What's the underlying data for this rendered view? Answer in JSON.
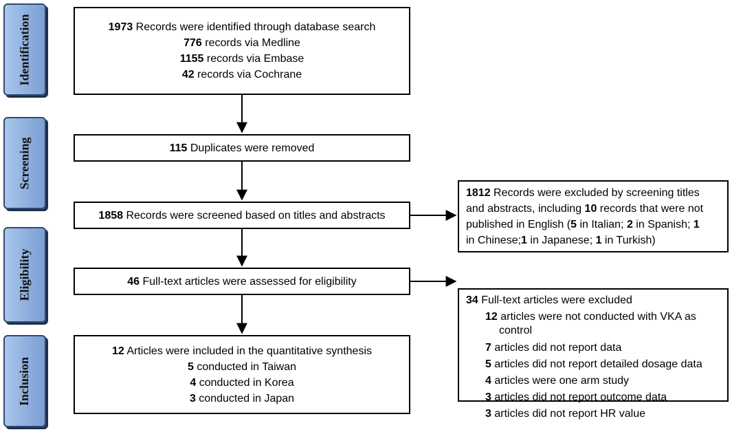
{
  "phases": {
    "identification": "Identification",
    "screening": "Screening",
    "eligibility": "Eligibility",
    "inclusion": "Inclusion"
  },
  "identified": {
    "l1_num": "1973",
    "l1_text": " Records were identified through database search",
    "l2_num": "776",
    "l2_text": " records via Medline",
    "l3_num": "1155",
    "l3_text": " records via Embase",
    "l4_num": "42",
    "l4_text": " records via Cochrane"
  },
  "duplicates": {
    "num": "115",
    "text": " Duplicates were removed"
  },
  "screened": {
    "num": "1858",
    "text": " Records were screened based on titles and abstracts"
  },
  "excluded_screen": {
    "l1_num": "1812",
    "l1_text": " Records were excluded by screening titles",
    "l2_a": "and abstracts, including ",
    "l2_num": "10",
    "l2_b": " records that were not",
    "l3_a": "published in English (",
    "l3_n1": "5",
    "l3_b": " in Italian; ",
    "l3_n2": "2",
    "l3_c": " in Spanish; ",
    "l3_n3": "1",
    "l4_a": "in Chinese;",
    "l4_n1": "1",
    "l4_b": " in Japanese; ",
    "l4_n2": "1",
    "l4_c": " in Turkish)"
  },
  "fulltext": {
    "num": "46",
    "text": " Full-text articles were assessed for eligibility"
  },
  "excluded_fulltext": {
    "header_num": "34",
    "header_text": " Full-text articles were excluded",
    "r1_num": "12",
    "r1_text": " articles were not conducted with VKA as",
    "r1_cont": "control",
    "r2_num": "7",
    "r2_text": " articles did not report data",
    "r3_num": "5",
    "r3_text": " articles did not report detailed dosage data",
    "r4_num": "4",
    "r4_text": " articles were one arm study",
    "r5_num": "3",
    "r5_text": " articles did not report outcome data",
    "r6_num": "3",
    "r6_text": " articles did not report HR value"
  },
  "included": {
    "l1_num": "12",
    "l1_text": " Articles were included in the quantitative synthesis",
    "l2_num": "5",
    "l2_text": " conducted in Taiwan",
    "l3_num": "4",
    "l3_text": " conducted in Korea",
    "l4_num": "3",
    "l4_text": " conducted in Japan"
  }
}
